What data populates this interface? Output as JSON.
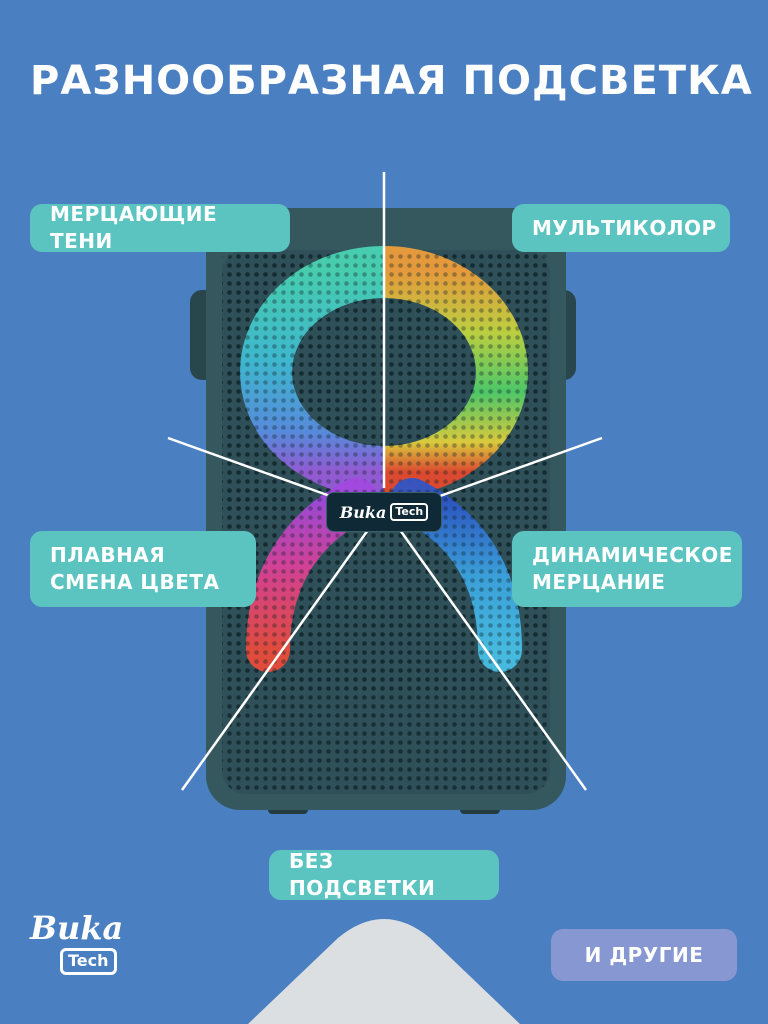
{
  "header": {
    "title": "РАЗНООБРАЗНАЯ ПОДСВЕТКА"
  },
  "modes": [
    {
      "id": "shimmering-shadows",
      "label": "МЕРЦАЮЩИЕ ТЕНИ"
    },
    {
      "id": "multicolor",
      "label": "МУЛЬТИКОЛОР"
    },
    {
      "id": "smooth-color-change",
      "label": "ПЛАВНАЯ СМЕНА ЦВЕТА"
    },
    {
      "id": "dynamic-flicker",
      "label": "ДИНАМИЧЕСКОЕ МЕРЦАНИЕ"
    },
    {
      "id": "no-backlight",
      "label": "БЕЗ ПОДСВЕТКИ"
    },
    {
      "id": "others",
      "label": "И ДРУГИЕ"
    }
  ],
  "brand": {
    "script": "Buka",
    "box": "Tech"
  },
  "colors": {
    "background": "#4a7fc1",
    "badge": "#5cc4c0",
    "badge_alt": "#8797d2",
    "speaker_body": "#35575e",
    "text": "#ffffff"
  },
  "icons": {
    "speaker": "bluetooth-speaker-product",
    "logo": "buka-tech-logo"
  }
}
